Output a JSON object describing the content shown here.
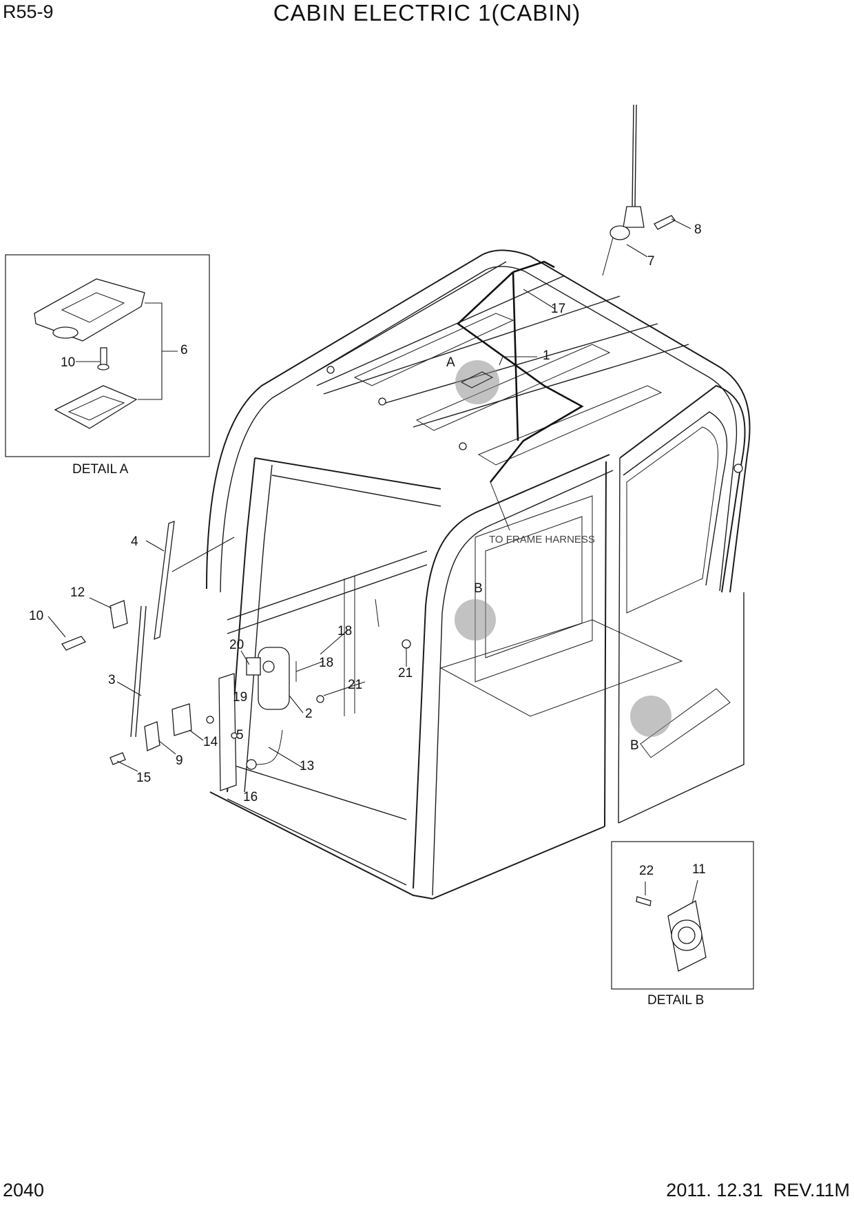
{
  "header": {
    "model_code": "R55-9",
    "title": "CABIN ELECTRIC 1(CABIN)"
  },
  "footer": {
    "page_number": "2040",
    "revision": "2011. 12.31  REV.11M"
  },
  "details": [
    {
      "id": "A",
      "caption": "DETAIL A",
      "marker_label": "A"
    },
    {
      "id": "B",
      "caption": "DETAIL B",
      "marker_label": "B"
    }
  ],
  "note": "TO FRAME HARNESS",
  "callouts": [
    "1",
    "2",
    "3",
    "4",
    "5",
    "6",
    "7",
    "8",
    "9",
    "10",
    "10",
    "11",
    "12",
    "13",
    "14",
    "15",
    "16",
    "17",
    "18",
    "18",
    "19",
    "20",
    "21",
    "21",
    "22"
  ]
}
